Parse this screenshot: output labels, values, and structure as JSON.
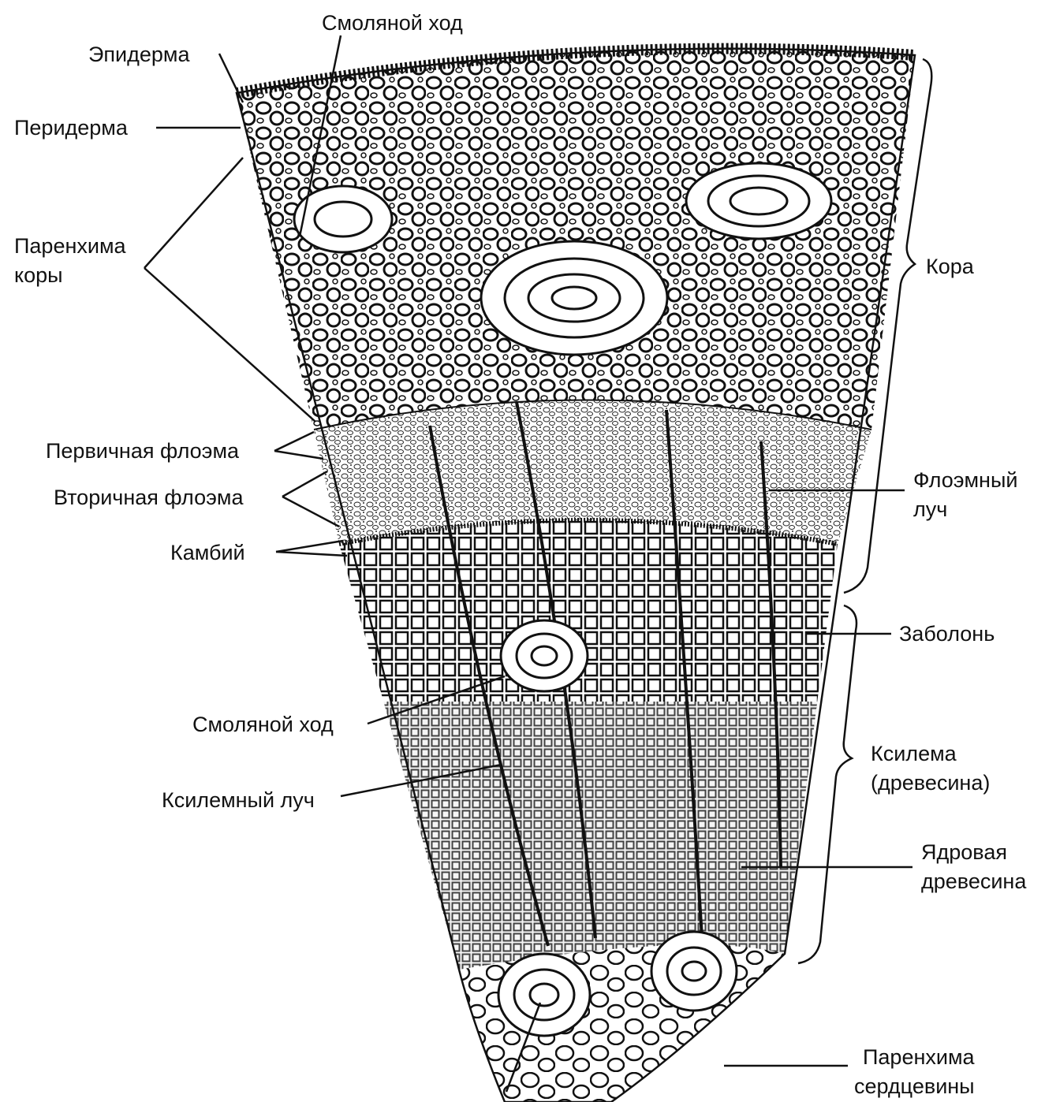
{
  "labels": {
    "resin_duct_top": "Смоляной ход",
    "epidermis": "Эпидерма",
    "periderm": "Перидерма",
    "cortex_parenchyma_1": "Паренхима",
    "cortex_parenchyma_2": "коры",
    "primary_phloem": "Первичная флоэма",
    "secondary_phloem": "Вторичная флоэма",
    "cambium": "Камбий",
    "resin_duct_lower": "Смоляной ход",
    "xylem_ray": "Ксилемный луч",
    "bark": "Кора",
    "phloem_ray_1": "Флоэмный",
    "phloem_ray_2": "луч",
    "sapwood": "Заболонь",
    "xylem_1": "Ксилема",
    "xylem_2": "(древесина)",
    "heartwood_1": "Ядровая",
    "heartwood_2": "древесина",
    "pith_parenchyma_1": "Паренхима",
    "pith_parenchyma_2": "сердцевины"
  },
  "colors": {
    "ink": "#111111",
    "paper": "#ffffff",
    "wood_shade": "#d9d9d9"
  }
}
